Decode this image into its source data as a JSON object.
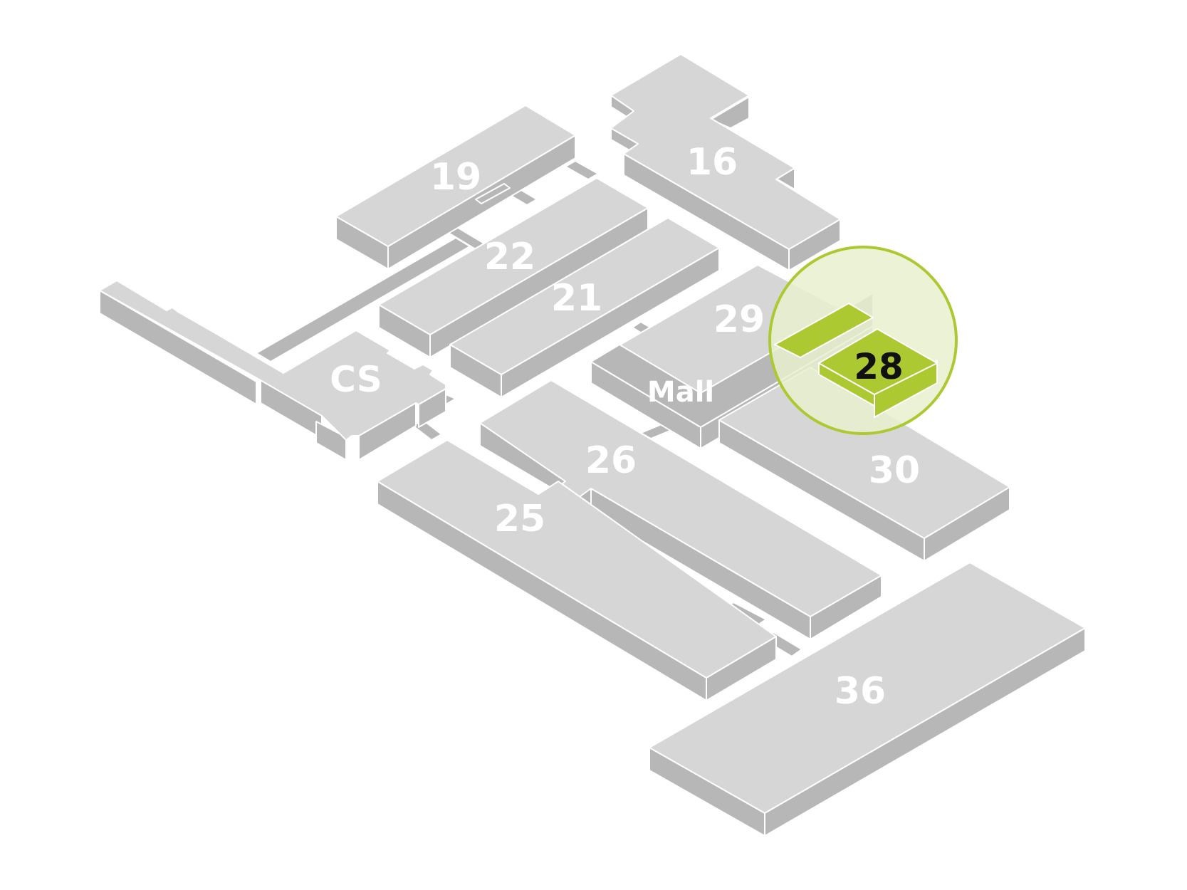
{
  "map": {
    "highlight_color": "#adc932",
    "building_color": "#d6d6d6",
    "building_side_color": "#b7b7b7",
    "background_color": "#ffffff",
    "highlighted_building": "28",
    "buildings": {
      "b16": "16",
      "b19": "19",
      "b22": "22",
      "b21": "21",
      "b29": "29",
      "bcs": "CS",
      "bmall": "Mall",
      "b28": "28",
      "b26": "26",
      "b25": "25",
      "b30": "30",
      "b36": "36"
    }
  }
}
